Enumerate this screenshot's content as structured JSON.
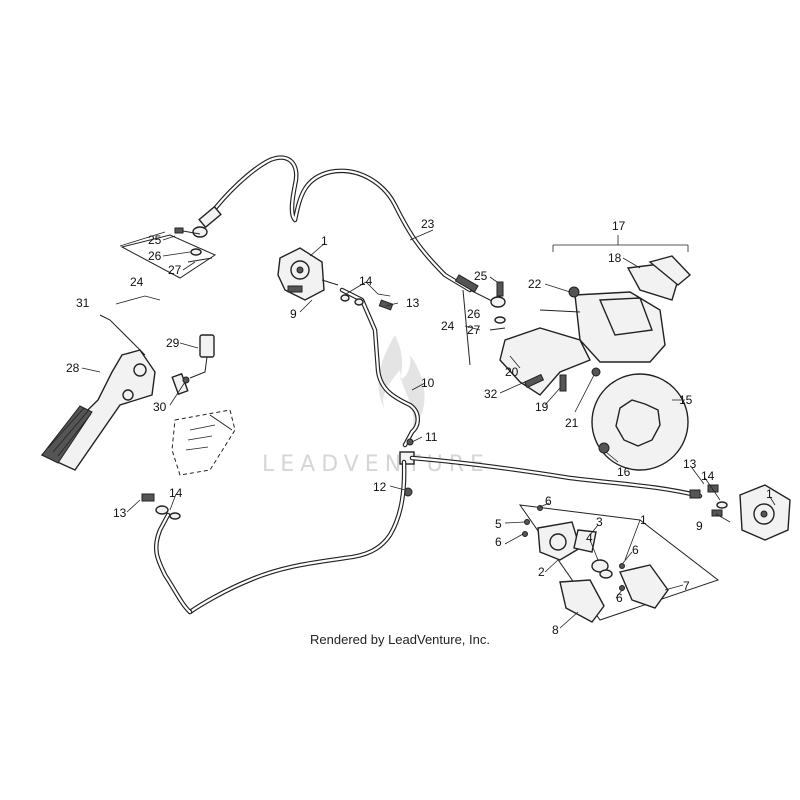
{
  "footer": {
    "credit": "Rendered by LeadVenture, Inc."
  },
  "watermark": {
    "text": "LEADVENTURE"
  },
  "callouts": {
    "c1_top": "1",
    "c23": "23",
    "c17": "17",
    "c18": "18",
    "c25_left": "25",
    "c26_left": "26",
    "c27_left": "27",
    "c24_left": "24",
    "c9_top": "9",
    "c14_top": "14",
    "c13_top": "13",
    "c25_mid": "25",
    "c22": "22",
    "c24_mid": "24",
    "c26_mid": "26",
    "c27_mid": "27",
    "c31": "31",
    "c29": "29",
    "c28": "28",
    "c30": "30",
    "c20": "20",
    "c32": "32",
    "c19": "19",
    "c21": "21",
    "c15": "15",
    "c16": "16",
    "c10": "10",
    "c11": "11",
    "c12": "12",
    "c13_right": "13",
    "c14_right": "14",
    "c1_right": "1",
    "c9_right": "9",
    "c13_left": "13",
    "c14_left": "14",
    "c6_a": "6",
    "c5": "5",
    "c6_b": "6",
    "c3": "3",
    "c1_low": "1",
    "c4": "4",
    "c2": "2",
    "c6_c": "6",
    "c6_d": "6",
    "c7": "7",
    "c8": "8"
  },
  "colors": {
    "ink": "#222222",
    "watermark": "#d6d6d6",
    "background": "#ffffff"
  }
}
